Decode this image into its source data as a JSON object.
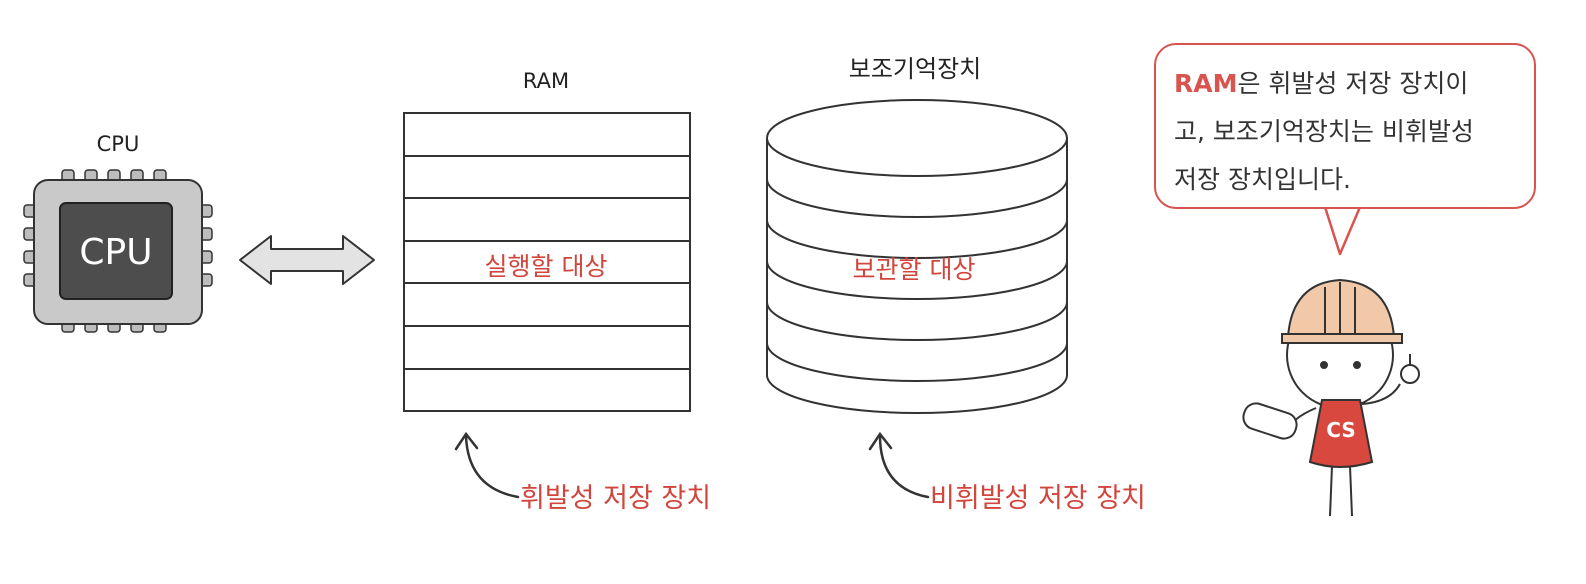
{
  "labels": {
    "cpu_title": "CPU",
    "cpu_chip": "CPU",
    "ram_title": "RAM",
    "storage_title": "보조기억장치",
    "ram_inner": "실행할 대상",
    "storage_inner": "보관할 대상",
    "ram_caption": "휘발성 저장 장치",
    "storage_caption": "비휘발성 저장 장치",
    "mascot_shirt": "CS"
  },
  "bubble": {
    "highlight": "RAM",
    "line1_rest": "은 휘발성 저장 장치이",
    "line2": "고, 보조기억장치는 비휘발성",
    "line3": "저장 장치입니다."
  },
  "colors": {
    "accent": "#d9534f",
    "ink": "#222222",
    "chip_body": "#c9c9c9",
    "chip_die": "#4d4d4d",
    "helmet": "#f2c9a8"
  }
}
